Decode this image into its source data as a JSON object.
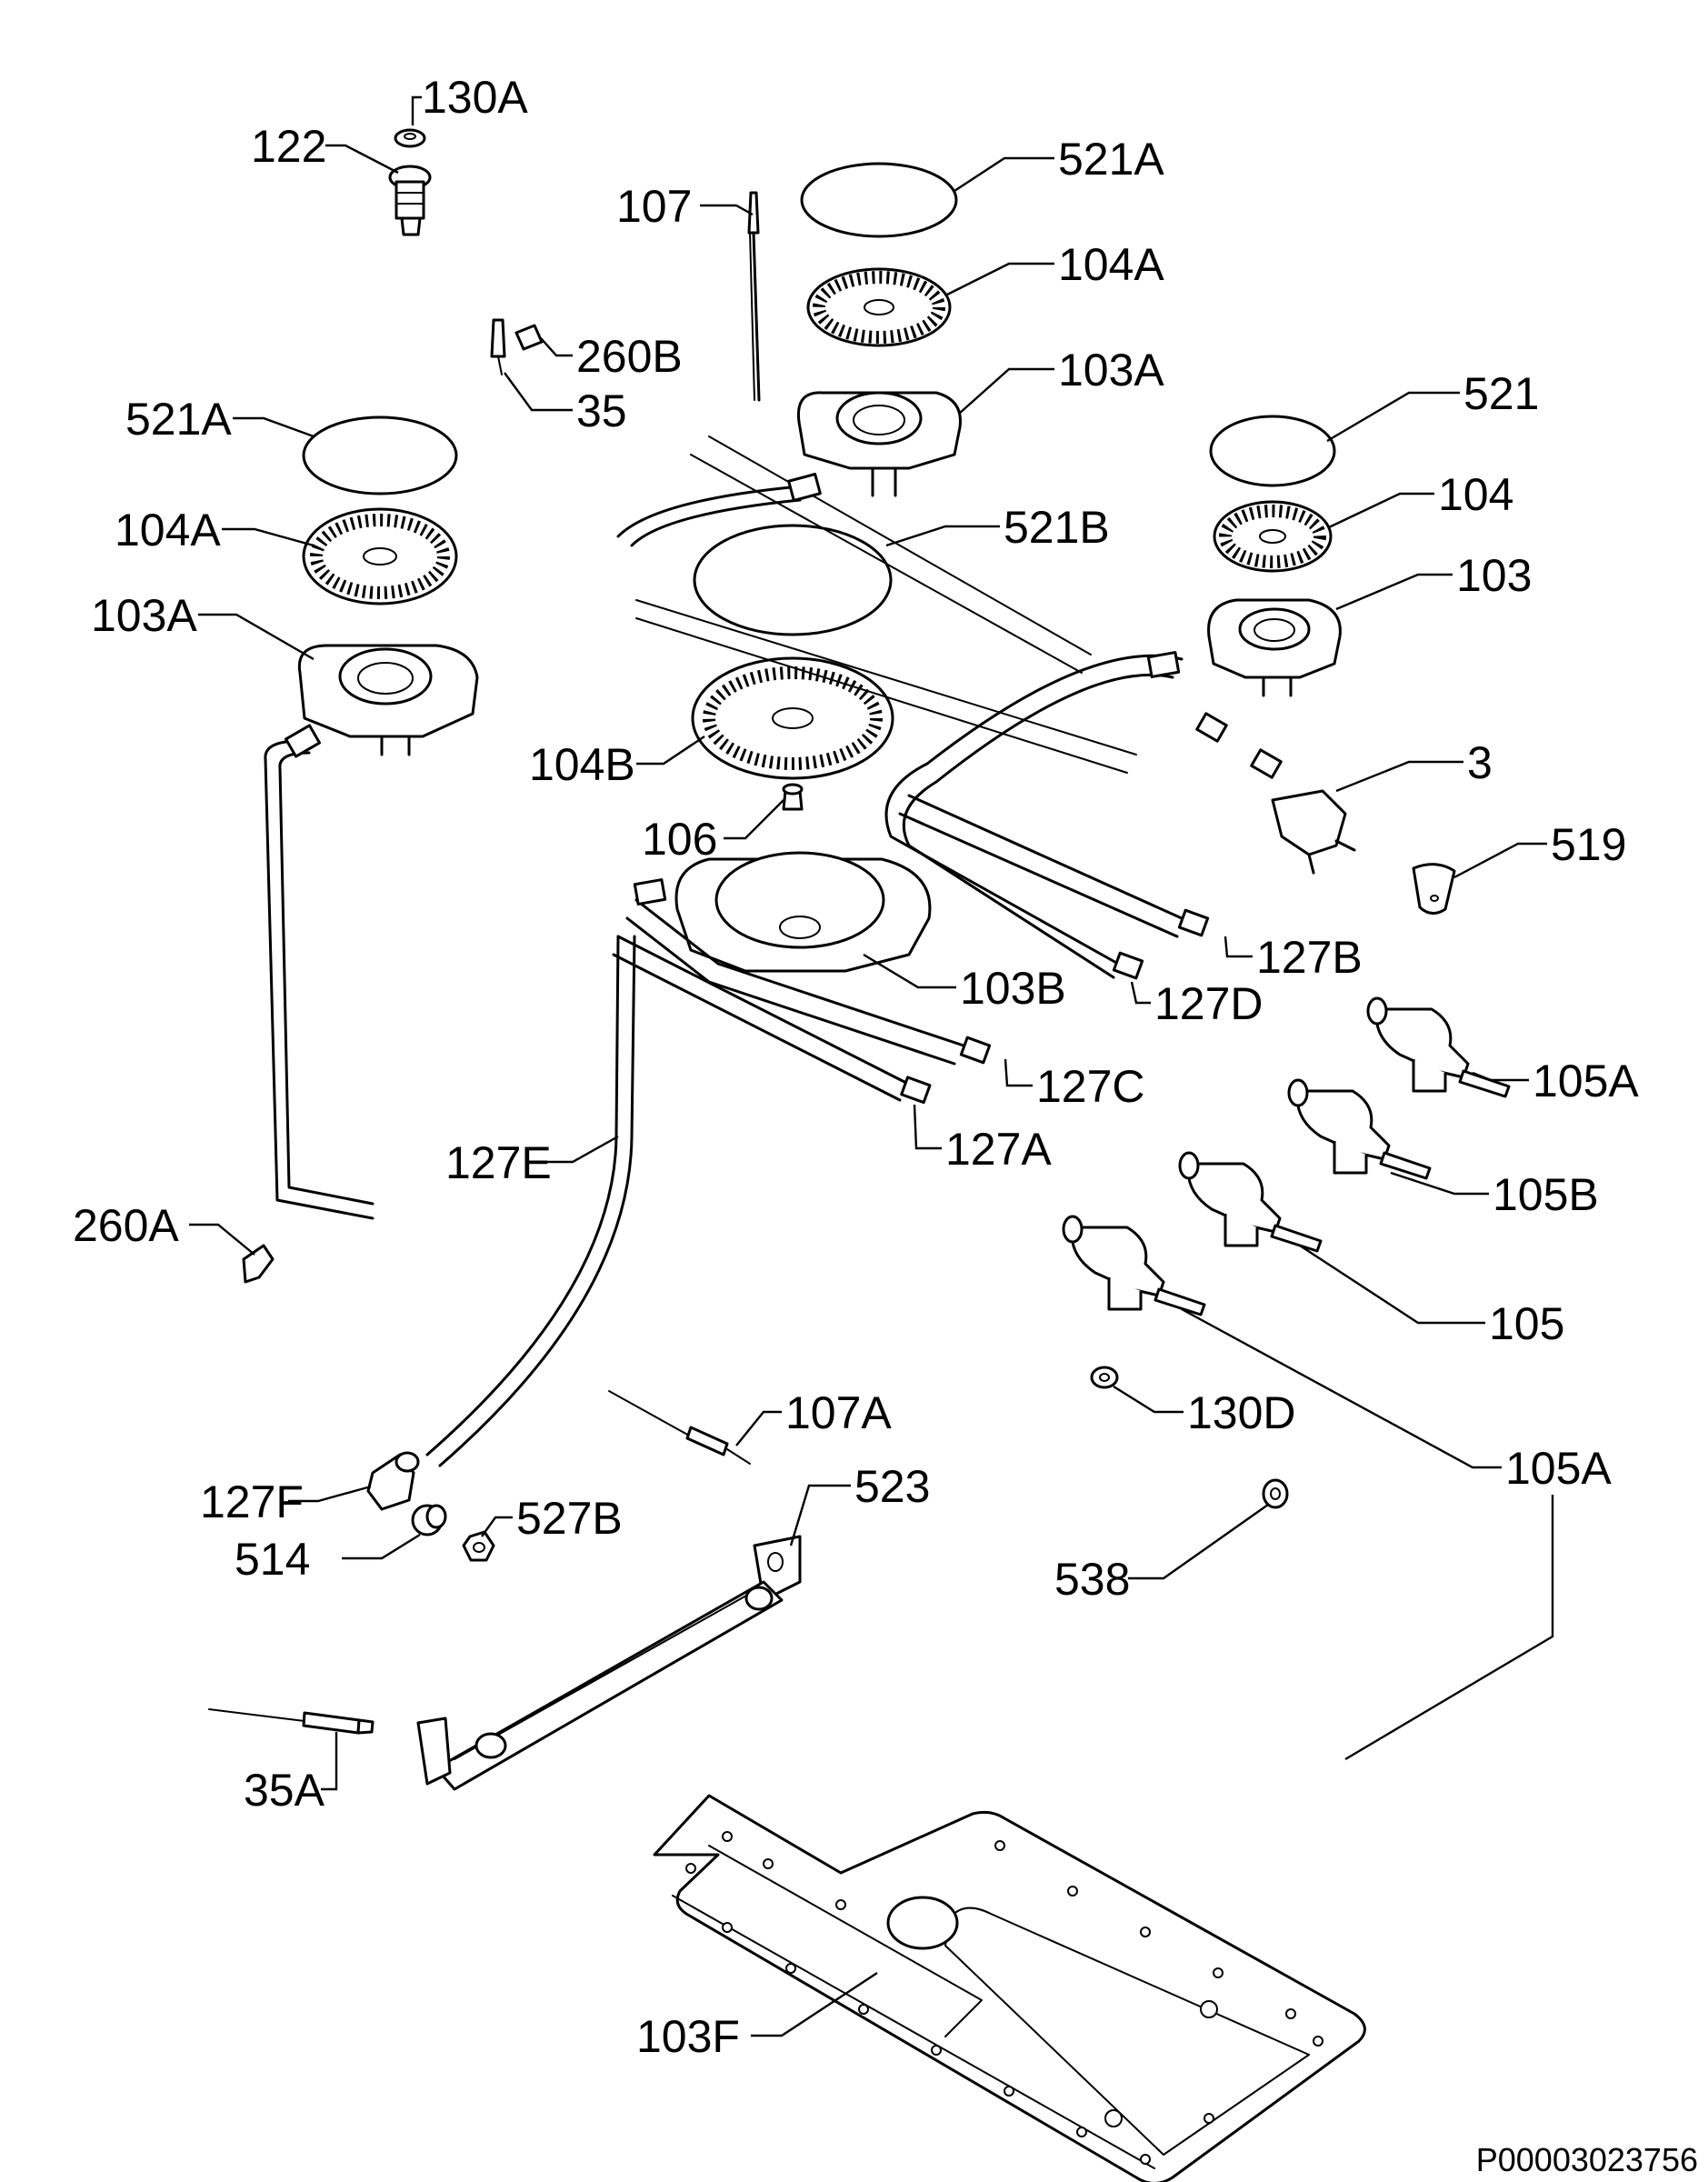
{
  "diagram": {
    "reference": "P00003023756",
    "labels": [
      {
        "id": "130a",
        "text": "130A"
      },
      {
        "id": "122",
        "text": "122"
      },
      {
        "id": "107",
        "text": "107"
      },
      {
        "id": "521a-top",
        "text": "521A"
      },
      {
        "id": "104a-top",
        "text": "104A"
      },
      {
        "id": "260b",
        "text": "260B"
      },
      {
        "id": "35",
        "text": "35"
      },
      {
        "id": "103a-top",
        "text": "103A"
      },
      {
        "id": "521a-left",
        "text": "521A"
      },
      {
        "id": "521",
        "text": "521"
      },
      {
        "id": "104",
        "text": "104"
      },
      {
        "id": "104a-left",
        "text": "104A"
      },
      {
        "id": "521b",
        "text": "521B"
      },
      {
        "id": "103",
        "text": "103"
      },
      {
        "id": "103a-left",
        "text": "103A"
      },
      {
        "id": "3",
        "text": "3"
      },
      {
        "id": "104b",
        "text": "104B"
      },
      {
        "id": "106",
        "text": "106"
      },
      {
        "id": "519",
        "text": "519"
      },
      {
        "id": "127b",
        "text": "127B"
      },
      {
        "id": "103b",
        "text": "103B"
      },
      {
        "id": "127d",
        "text": "127D"
      },
      {
        "id": "105a-top",
        "text": "105A"
      },
      {
        "id": "127c",
        "text": "127C"
      },
      {
        "id": "127a",
        "text": "127A"
      },
      {
        "id": "127e",
        "text": "127E"
      },
      {
        "id": "105b",
        "text": "105B"
      },
      {
        "id": "260a",
        "text": "260A"
      },
      {
        "id": "105",
        "text": "105"
      },
      {
        "id": "130d",
        "text": "130D"
      },
      {
        "id": "107a",
        "text": "107A"
      },
      {
        "id": "105a-bottom",
        "text": "105A"
      },
      {
        "id": "523",
        "text": "523"
      },
      {
        "id": "127f",
        "text": "127F"
      },
      {
        "id": "527b",
        "text": "527B"
      },
      {
        "id": "514",
        "text": "514"
      },
      {
        "id": "538",
        "text": "538"
      },
      {
        "id": "35a",
        "text": "35A"
      },
      {
        "id": "103f",
        "text": "103F"
      }
    ]
  }
}
